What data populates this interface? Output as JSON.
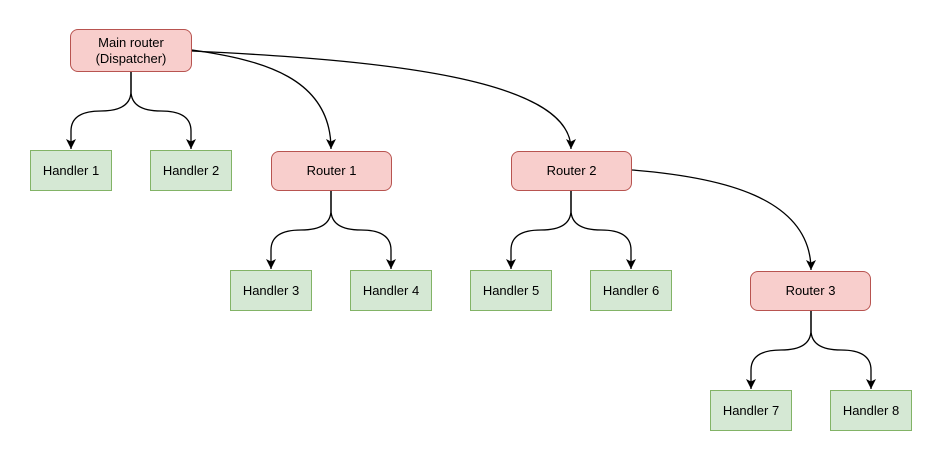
{
  "diagram": {
    "colors": {
      "router_fill": "#f8cecc",
      "router_border": "#b85450",
      "handler_fill": "#d5e8d4",
      "handler_border": "#82b366",
      "edge": "#000000",
      "background": "#ffffff"
    },
    "nodes": {
      "main": {
        "line1": "Main router",
        "line2": "(Dispatcher)"
      },
      "router1": {
        "label": "Router 1"
      },
      "router2": {
        "label": "Router 2"
      },
      "router3": {
        "label": "Router 3"
      },
      "handler1": {
        "label": "Handler 1"
      },
      "handler2": {
        "label": "Handler 2"
      },
      "handler3": {
        "label": "Handler 3"
      },
      "handler4": {
        "label": "Handler 4"
      },
      "handler5": {
        "label": "Handler 5"
      },
      "handler6": {
        "label": "Handler 6"
      },
      "handler7": {
        "label": "Handler 7"
      },
      "handler8": {
        "label": "Handler 8"
      }
    },
    "edges": [
      {
        "from": "main",
        "to": "handler1"
      },
      {
        "from": "main",
        "to": "handler2"
      },
      {
        "from": "main",
        "to": "router1"
      },
      {
        "from": "main",
        "to": "router2"
      },
      {
        "from": "router1",
        "to": "handler3"
      },
      {
        "from": "router1",
        "to": "handler4"
      },
      {
        "from": "router2",
        "to": "handler5"
      },
      {
        "from": "router2",
        "to": "handler6"
      },
      {
        "from": "router2",
        "to": "router3"
      },
      {
        "from": "router3",
        "to": "handler7"
      },
      {
        "from": "router3",
        "to": "handler8"
      }
    ]
  }
}
